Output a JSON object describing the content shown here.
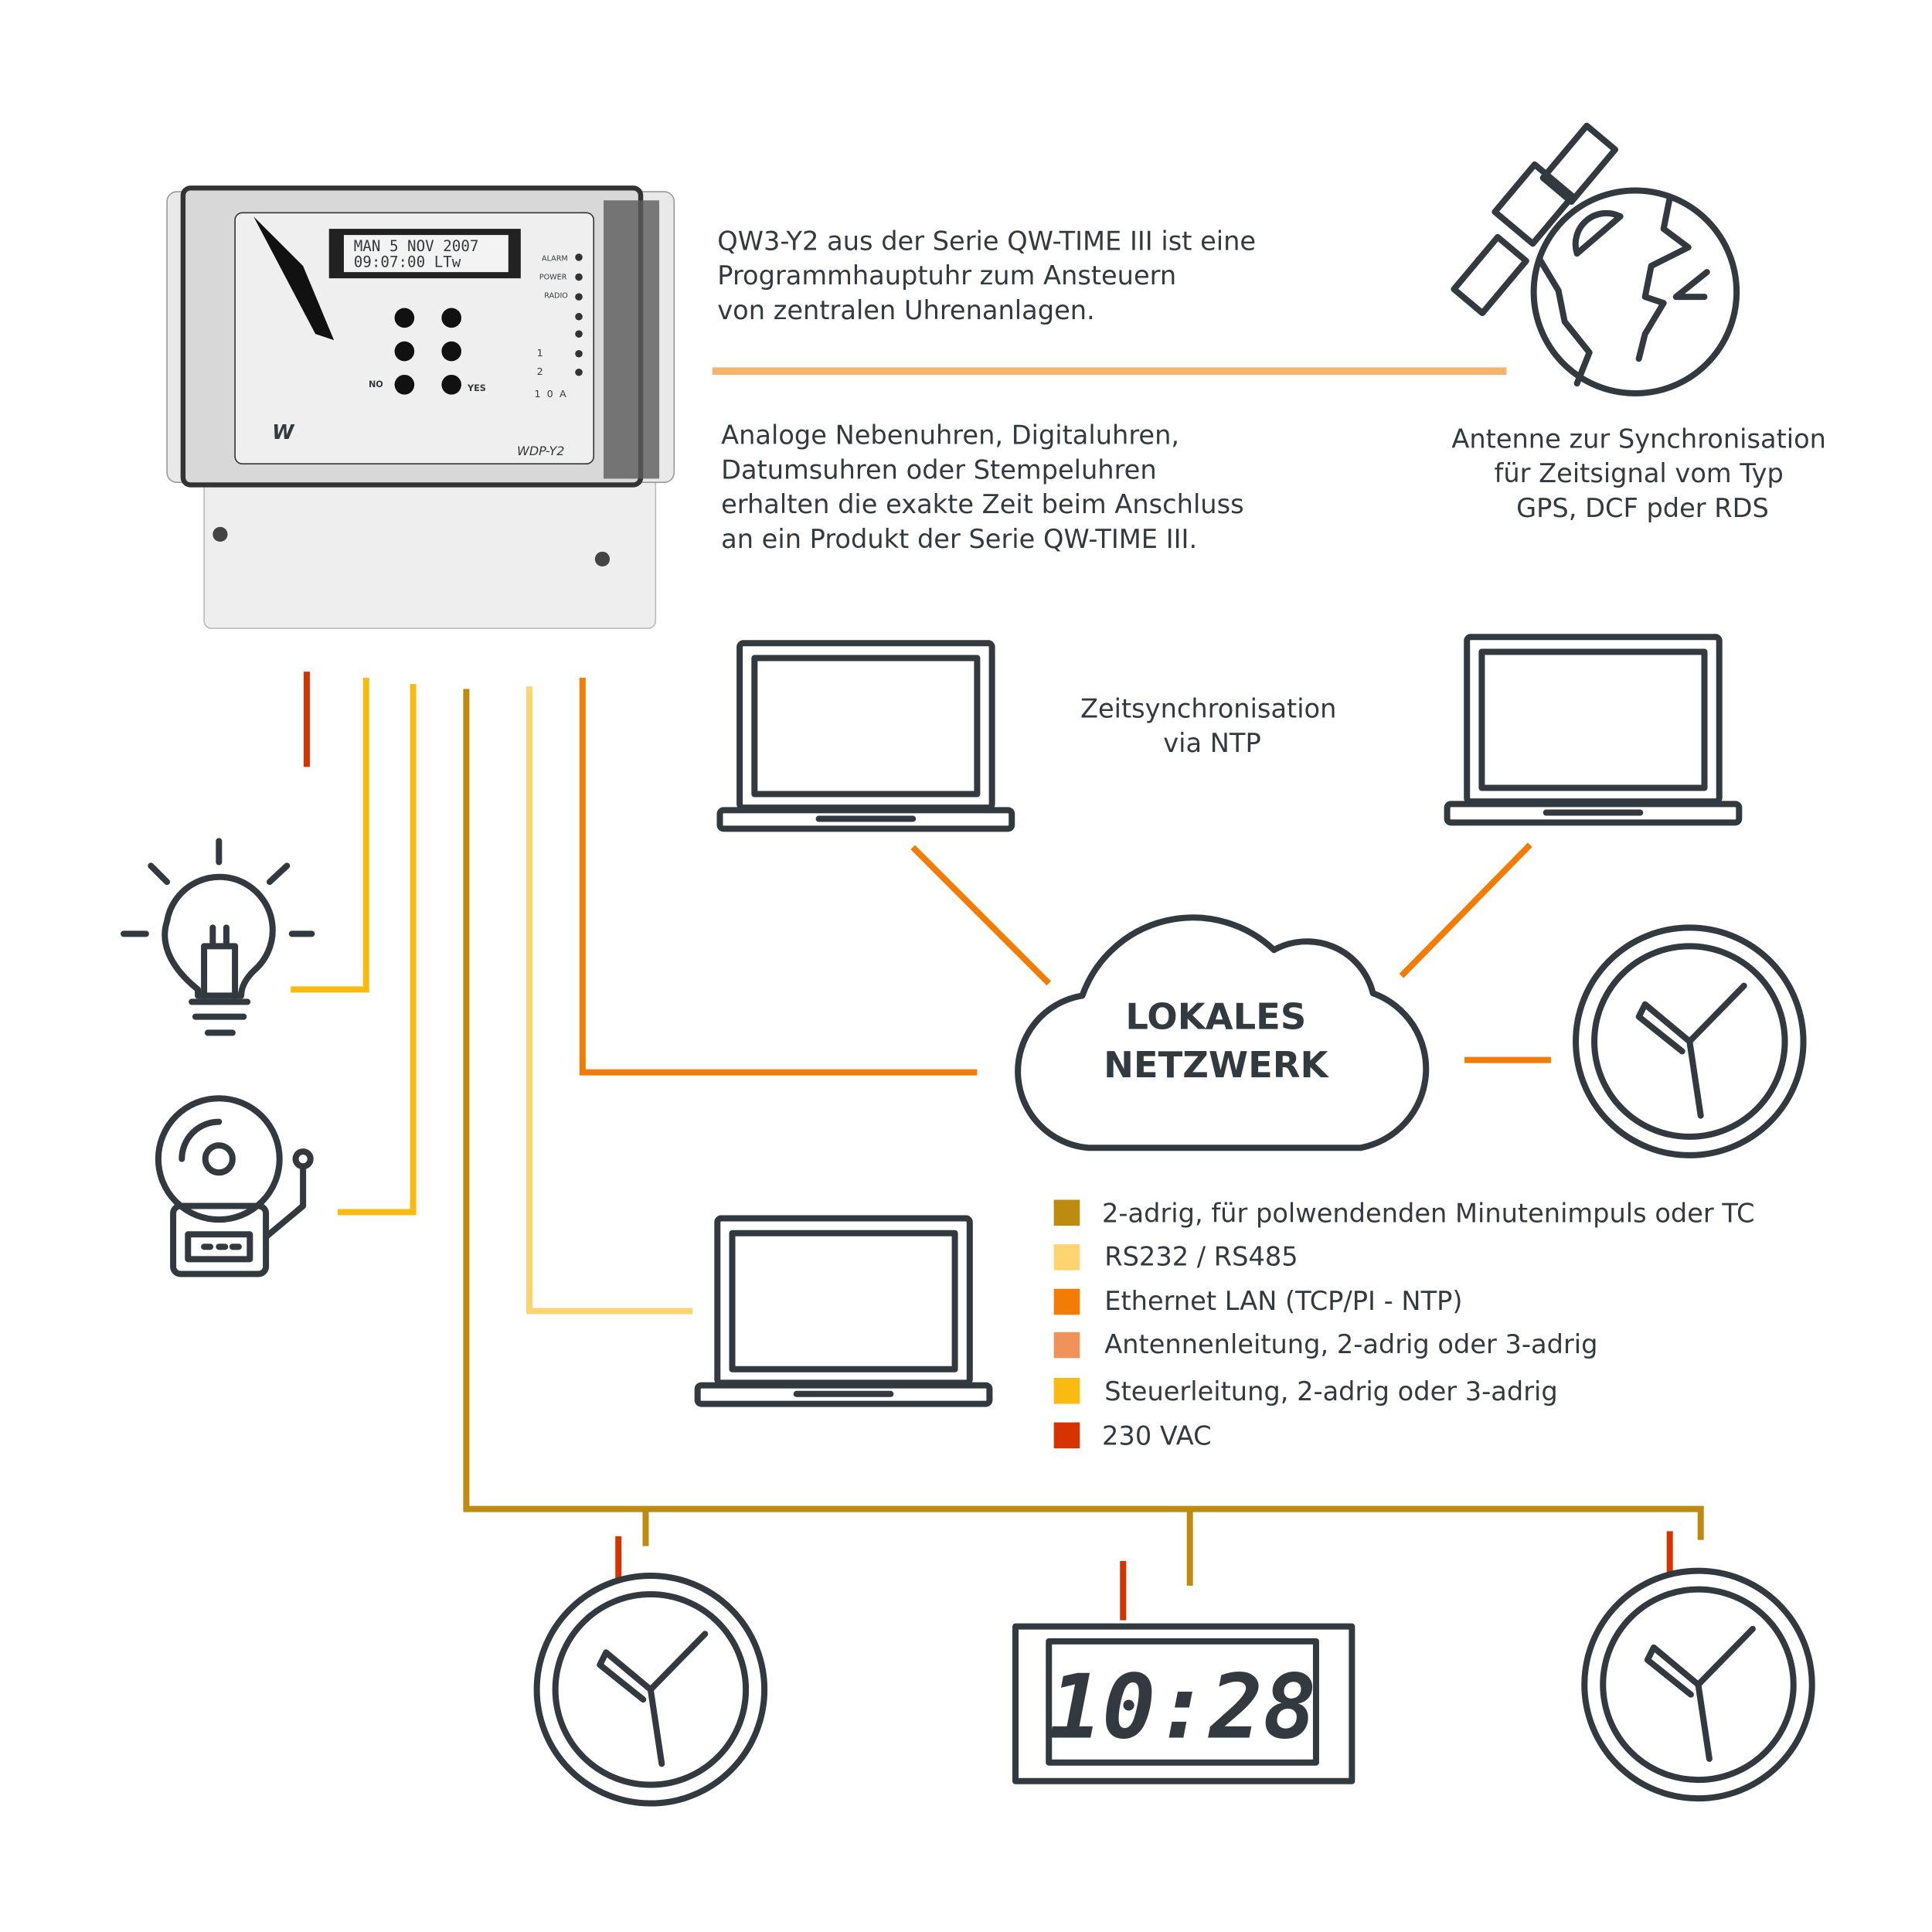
{
  "device": {
    "display_line1": "MAN  5 NOV 2007",
    "display_line2": "09:07:00 LTw",
    "leds": [
      "ALARM",
      "POWER",
      "RADIO"
    ],
    "buttons": [
      "NO",
      "YES"
    ],
    "switch_labels": [
      "1",
      "2",
      "1  0  A"
    ],
    "brand": "W",
    "model": "WDP-Y2"
  },
  "intro_text": [
    "QW3-Y2 aus der Serie QW-TIME III ist eine",
    "Programmhauptuhr zum Ansteuern",
    "von zentralen Uhrenanlagen."
  ],
  "clocks_text": [
    "Analoge Nebenuhren, Digitaluhren,",
    "Datumsuhren oder Stempeluhren",
    "erhalten die exakte Zeit beim Anschluss",
    "an ein Produkt der Serie QW-TIME III."
  ],
  "antenna_text": [
    "Antenne zur Synchronisation",
    "für Zeitsignal vom Typ",
    "GPS, DCF pder RDS"
  ],
  "ntp_text": [
    "Zeitsynchronisation",
    "via NTP"
  ],
  "network_label": [
    "LOKALES",
    "NETZWERK"
  ],
  "digital_clock_time": "10:28",
  "colors": {
    "gold": "#bd8b10",
    "light_yellow": "#fdd470",
    "orange": "#f27c06",
    "light_orange": "#ef935a",
    "yellow": "#fbba12",
    "red": "#d63300",
    "ink": "#333a3f"
  },
  "legend": [
    {
      "label": "2-adrig, für polwendenden Minutenimpuls oder TC",
      "color": "#bd8b10"
    },
    {
      "label": "RS232 / RS485",
      "color": "#fdd470"
    },
    {
      "label": "Ethernet LAN (TCP/PI - NTP)",
      "color": "#f27c06"
    },
    {
      "label": "Antennenleitung, 2-adrig oder 3-adrig",
      "color": "#ef935a"
    },
    {
      "label": "Steuerleitung, 2-adrig oder 3-adrig",
      "color": "#fbba12"
    },
    {
      "label": "230 VAC",
      "color": "#d63300"
    }
  ],
  "icons": [
    "satellite-globe-icon",
    "laptop-icon",
    "cloud-icon",
    "clock-icon",
    "light-bulb-icon",
    "bell-icon",
    "digital-clock-icon"
  ]
}
